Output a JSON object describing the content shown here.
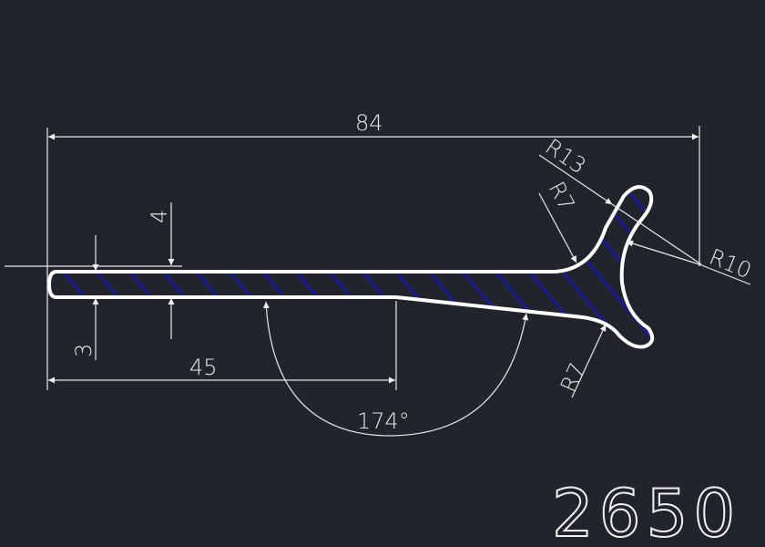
{
  "drawing": {
    "part_number": "2650",
    "dimensions": {
      "overall_length": "84",
      "stem_length": "45",
      "thickness_top": "4",
      "thickness_stem": "3",
      "angle": "174°",
      "radius_outer": "R13",
      "radius_fillet_upper": "R7",
      "radius_inner": "R10",
      "radius_fillet_lower": "R7"
    },
    "colors": {
      "background": "#21252b",
      "outline": "#ffffff",
      "hatch": "#1a1a8c",
      "dimension": "#e8e8e8"
    }
  }
}
